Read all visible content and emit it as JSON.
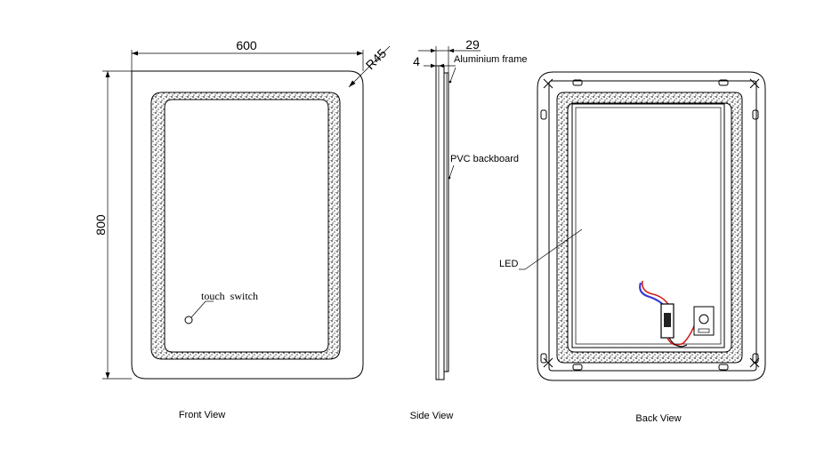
{
  "front_view": {
    "title": "Front View",
    "width_dim": "600",
    "height_dim": "800",
    "radius_dim": "R45",
    "touch_switch_label": "touch  switch"
  },
  "side_view": {
    "title": "Side View",
    "frame_dim": "29",
    "frame_inner_dim": "4",
    "aluminium_label": "Aluminium frame",
    "pvc_label": "PVC backboard"
  },
  "back_view": {
    "title": "Back View",
    "led_label": "LED"
  },
  "colors": {
    "line": "#000000",
    "wire_red": "#d21f1f",
    "wire_blue": "#3a3ad6",
    "led_texture": "#3a3a3a"
  }
}
